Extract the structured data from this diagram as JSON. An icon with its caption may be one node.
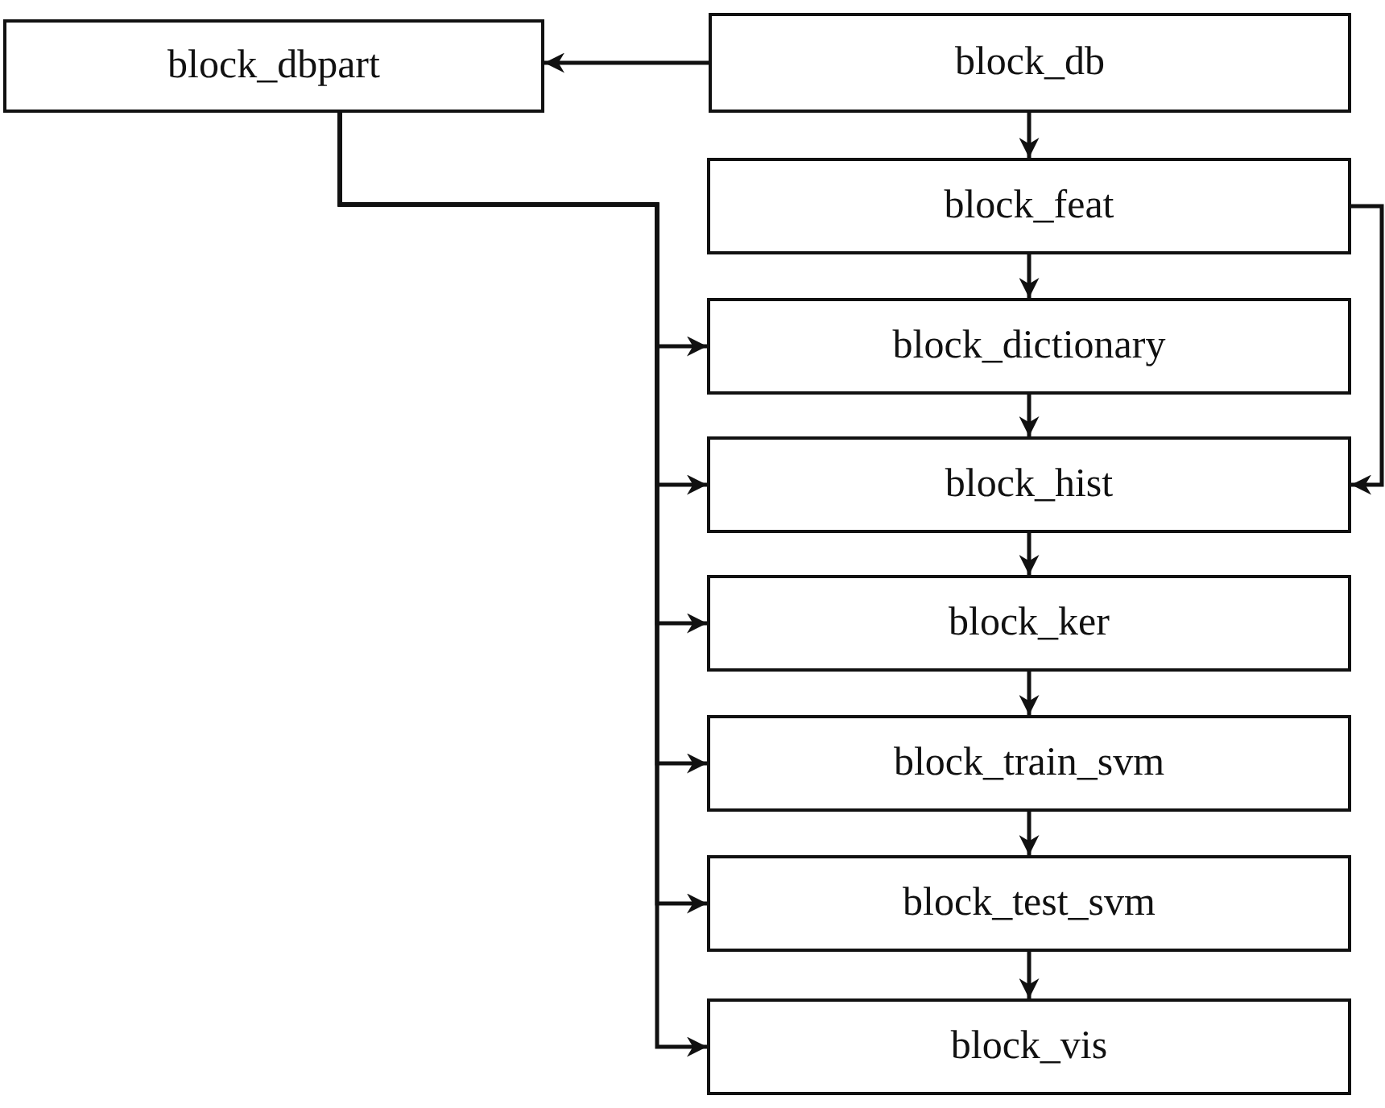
{
  "diagram": {
    "nodes": [
      {
        "text": [
          "block_dbpart"
        ]
      },
      {
        "text": [
          "block_db"
        ]
      },
      {
        "text": [
          "block_feat"
        ]
      },
      {
        "text": [
          "block_dictionary"
        ]
      },
      {
        "text": [
          "block_hist"
        ]
      },
      {
        "text": [
          "block_ker"
        ]
      },
      {
        "text": [
          "block_train_svm"
        ]
      },
      {
        "text": [
          "block_test_svm"
        ]
      },
      {
        "text": [
          "block_vis"
        ]
      }
    ],
    "edges": [
      {
        "from": 1,
        "to": 0,
        "arrow": "to"
      },
      {
        "from": 1,
        "to": 2,
        "arrow": "to"
      },
      {
        "from": 2,
        "to": 3,
        "arrow": "to"
      },
      {
        "from": 3,
        "to": 4,
        "arrow": "to"
      },
      {
        "from": 4,
        "to": 5,
        "arrow": "to"
      },
      {
        "from": 5,
        "to": 6,
        "arrow": "to"
      },
      {
        "from": 6,
        "to": 7,
        "arrow": "to"
      },
      {
        "from": 7,
        "to": 8,
        "arrow": "to"
      },
      {
        "from": 0,
        "to": 3,
        "arrow": "to"
      },
      {
        "from": 0,
        "to": 4,
        "arrow": "to"
      },
      {
        "from": 0,
        "to": 5,
        "arrow": "to"
      },
      {
        "from": 0,
        "to": 6,
        "arrow": "to"
      },
      {
        "from": 0,
        "to": 7,
        "arrow": "to"
      },
      {
        "from": 0,
        "to": 8,
        "arrow": "to"
      },
      {
        "from": 2,
        "to": 4,
        "arrow": "to"
      }
    ]
  }
}
